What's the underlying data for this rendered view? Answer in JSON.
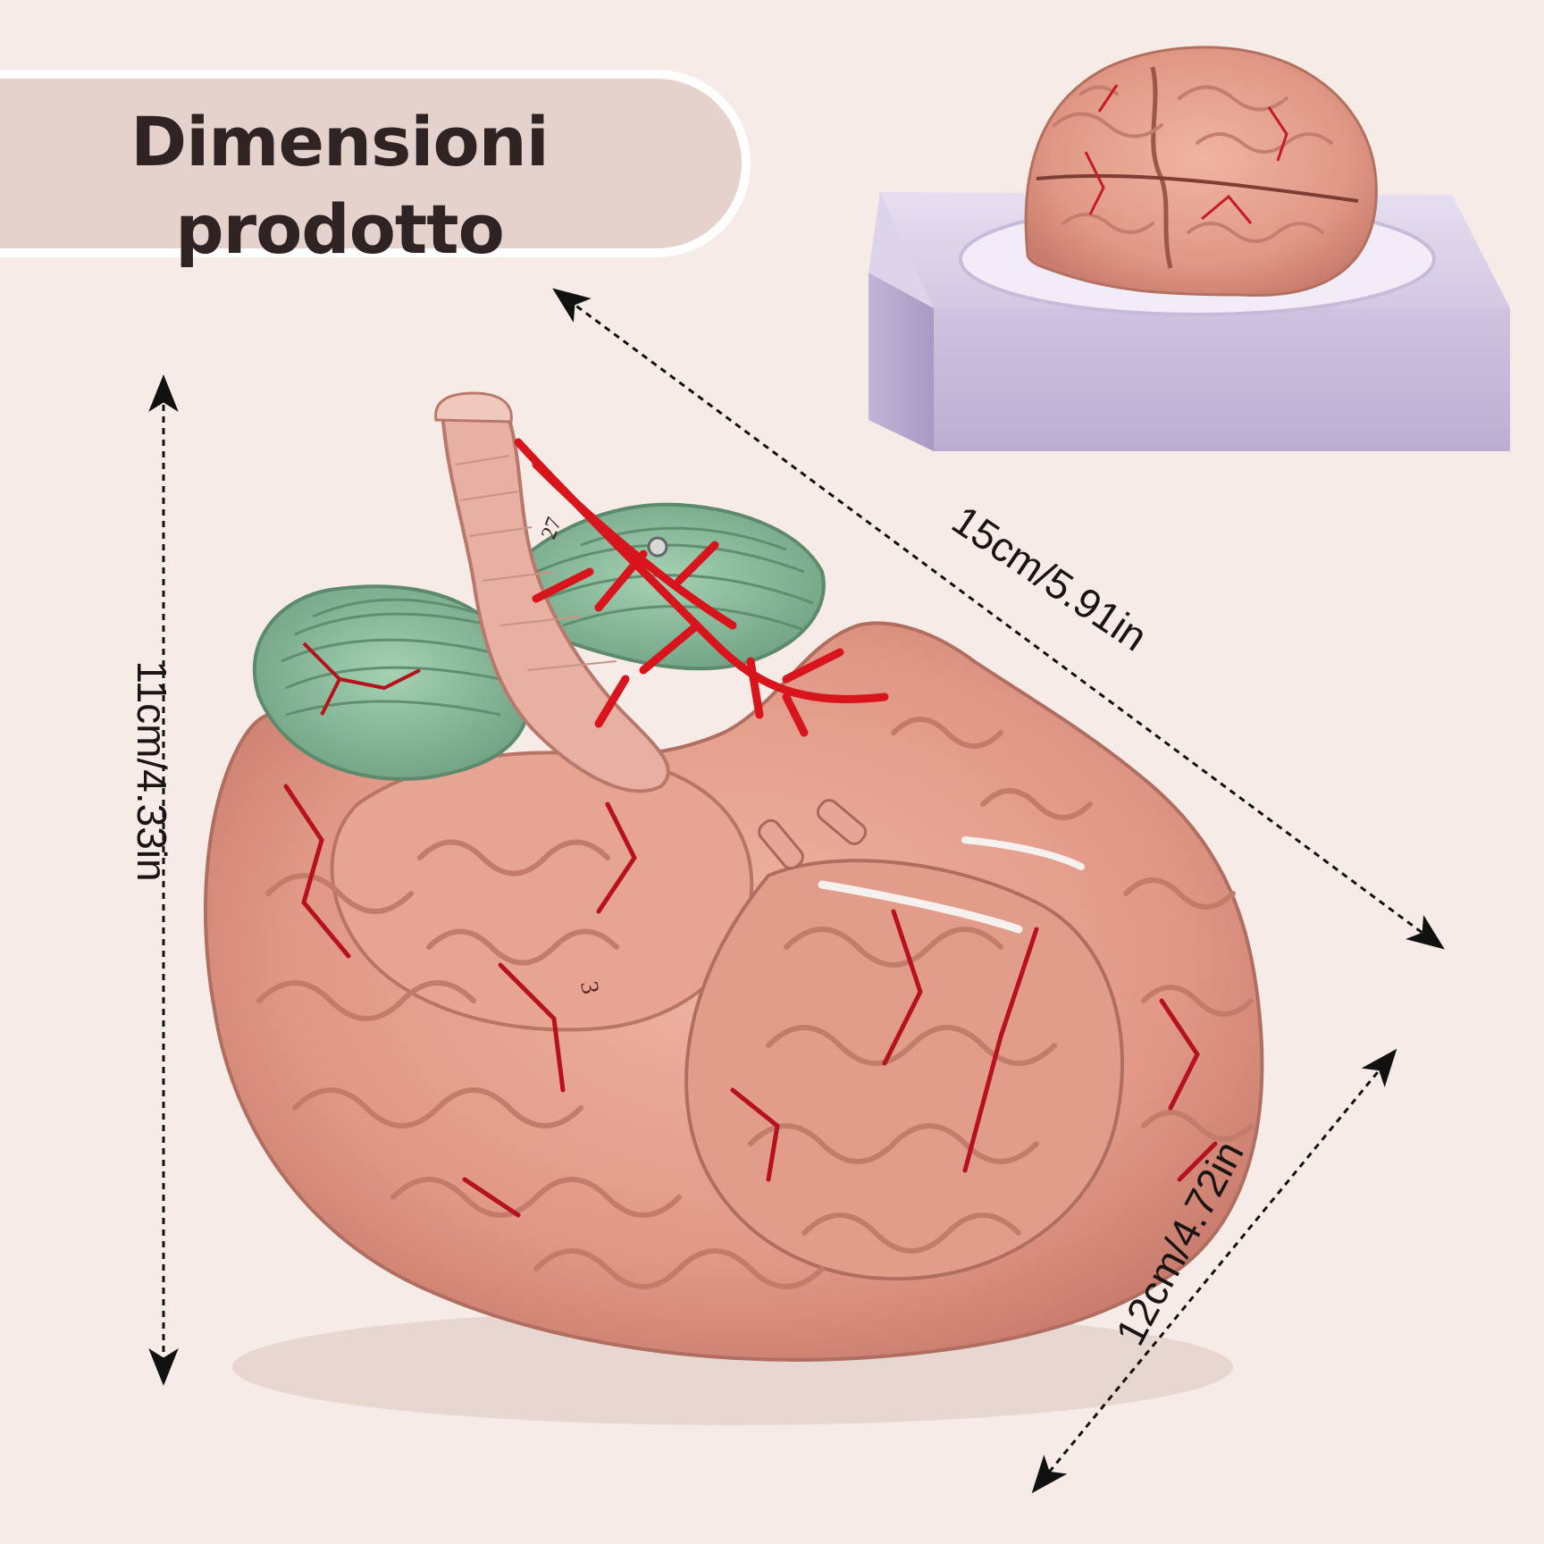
{
  "title": {
    "line1": "Dimensioni",
    "line2": "prodotto"
  },
  "dimensions": {
    "height": "11cm/4.33in",
    "width": "15cm/5.91in",
    "depth": "12cm/4.72in"
  },
  "colors": {
    "background": "#f7ebe7",
    "title_pill": "#e6d2cc",
    "brain_pink": "#e4a08f",
    "cerebellum_green": "#8fbf9f",
    "artery_red": "#d8141c",
    "stand_lavender": "#d4c9e4"
  }
}
